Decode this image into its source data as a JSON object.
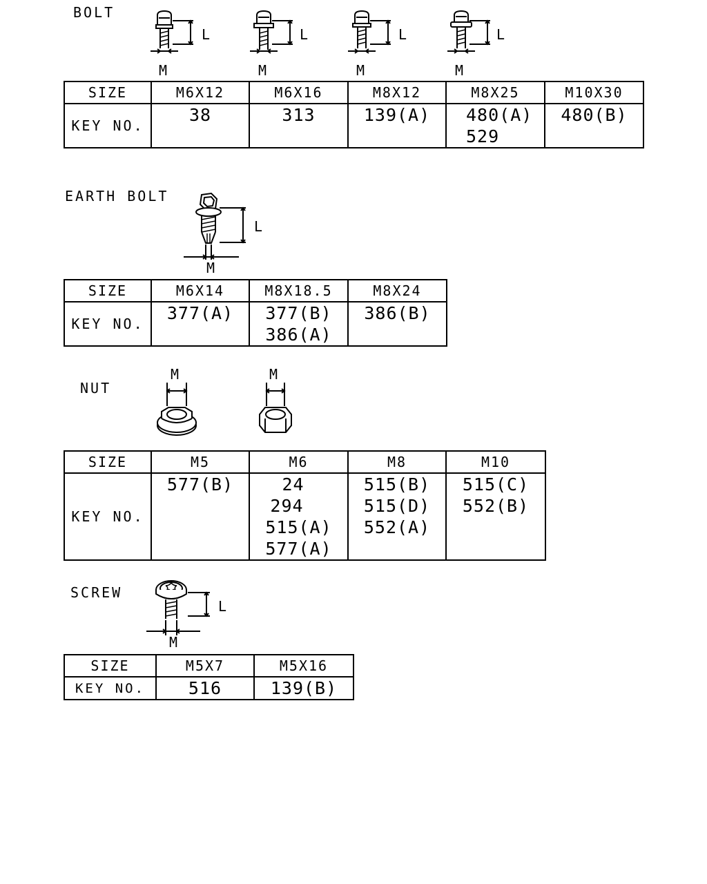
{
  "size_label": "SIZE",
  "key_label": "KEY NO.",
  "dim_length": "L",
  "dim_thread": "M",
  "bolt": {
    "title": "BOLT",
    "sizes": [
      "M6X12",
      "M6X16",
      "M8X12",
      "M8X25",
      "M10X30"
    ],
    "keys": [
      [
        "38"
      ],
      [
        "313"
      ],
      [
        "139(A)"
      ],
      [
        "480(A)",
        "529"
      ],
      [
        "480(B)"
      ]
    ]
  },
  "earth_bolt": {
    "title": "EARTH BOLT",
    "sizes": [
      "M6X14",
      "M8X18.5",
      "M8X24"
    ],
    "keys": [
      [
        "377(A)"
      ],
      [
        "377(B)",
        "386(A)"
      ],
      [
        "386(B)"
      ]
    ]
  },
  "nut": {
    "title": "NUT",
    "sizes": [
      "M5",
      "M6",
      "M8",
      "M10"
    ],
    "keys": [
      [
        "577(B)"
      ],
      [
        "24",
        "294",
        "515(A)",
        "577(A)"
      ],
      [
        "515(B)",
        "515(D)",
        "552(A)"
      ],
      [
        "515(C)",
        "552(B)"
      ]
    ]
  },
  "screw": {
    "title": "SCREW",
    "sizes": [
      "M5X7",
      "M5X16"
    ],
    "keys": [
      [
        "516"
      ],
      [
        "139(B)"
      ]
    ]
  }
}
